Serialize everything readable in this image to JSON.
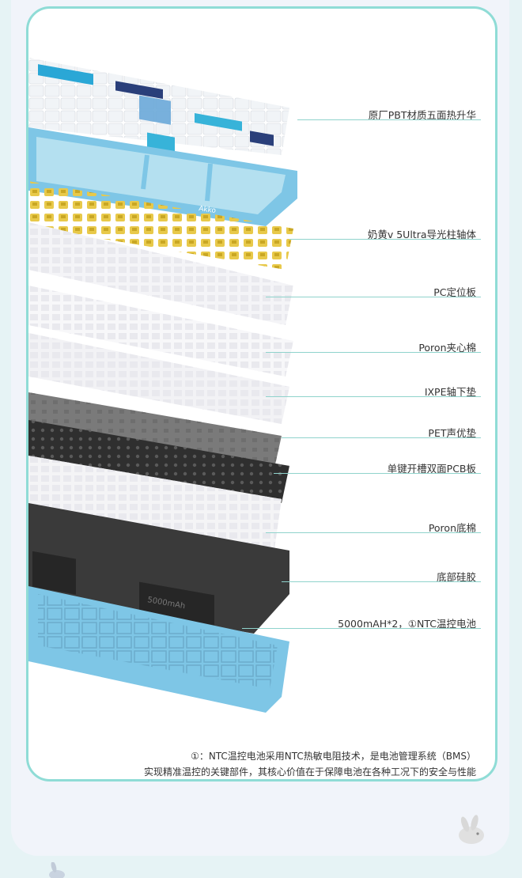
{
  "callouts": [
    {
      "id": "pbt-keycaps",
      "label": "原厂PBT材质五面热升华"
    },
    {
      "id": "switches",
      "label": "奶黄v 5Ultra导光柱轴体"
    },
    {
      "id": "pc-plate",
      "label": "PC定位板"
    },
    {
      "id": "poron-foam",
      "label": "Poron夹心棉"
    },
    {
      "id": "ixpe-pad",
      "label": "IXPE轴下垫"
    },
    {
      "id": "pet-pad",
      "label": "PET声优垫"
    },
    {
      "id": "pcb",
      "label": "单键开槽双面PCB板"
    },
    {
      "id": "poron-bottom",
      "label": "Poron底棉"
    },
    {
      "id": "silicone-pad",
      "label": "底部硅胶"
    },
    {
      "id": "battery",
      "label": "5000mAH*2，①NTC温控电池"
    }
  ],
  "product": {
    "frame_logo": "Akko",
    "battery_marking": "5000mAh"
  },
  "footnote": {
    "line1": "①：NTC温控电池采用NTC热敏电阻技术，是电池管理系统（BMS）",
    "line2": "实现精准温控的关键部件，其核心价值在于保障电池在各种工况下的安全与性能"
  },
  "colors": {
    "accent": "#8fdcd6",
    "case_blue": "#7ec6e6",
    "switch_yellow": "#e8c94a",
    "pcb_dark": "#3a3a3a",
    "keycap_navy": "#2a3f7a"
  }
}
